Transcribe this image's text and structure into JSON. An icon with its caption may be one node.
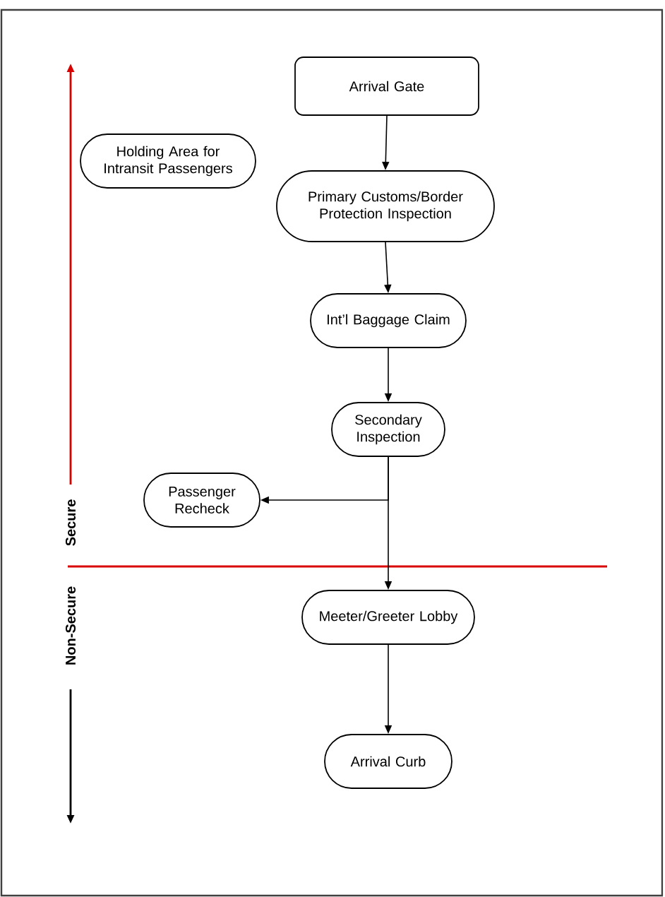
{
  "diagram": {
    "nodes": [
      {
        "text": [
          "Arrival Gate"
        ]
      },
      {
        "text": [
          "Holding Area for Intransit Passengers"
        ]
      },
      {
        "text": [
          "Primary Customs/Border Protection Inspection"
        ]
      },
      {
        "text": [
          "Int’l Baggage Claim"
        ]
      },
      {
        "text": [
          "Secondary Inspection"
        ]
      },
      {
        "text": [
          "Passenger Recheck"
        ]
      },
      {
        "text": [
          "Meeter/Greeter Lobby"
        ]
      },
      {
        "text": [
          "Arrival Curb"
        ]
      }
    ],
    "edges": [
      {
        "from": 0,
        "to": 2,
        "arrow": "to"
      },
      {
        "from": 2,
        "to": 3,
        "arrow": "to"
      },
      {
        "from": 3,
        "to": 4,
        "arrow": "to"
      },
      {
        "from": 4,
        "to": 5,
        "arrow": "to"
      },
      {
        "from": 4,
        "to": 6,
        "arrow": "to"
      },
      {
        "from": 6,
        "to": 7,
        "arrow": "to"
      }
    ],
    "labels": [
      "Secure",
      "Non-Secure"
    ]
  }
}
